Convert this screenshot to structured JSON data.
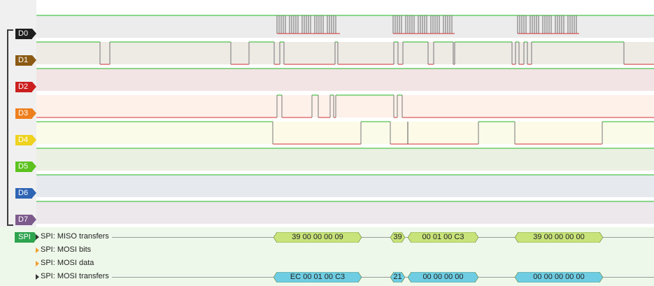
{
  "channels": [
    {
      "id": "d0",
      "label": "D0",
      "tag_color": "#1e1e1e",
      "band_color": "#ececec"
    },
    {
      "id": "d1",
      "label": "D1",
      "tag_color": "#8b5a14",
      "band_color": "#eeeae4"
    },
    {
      "id": "d2",
      "label": "D2",
      "tag_color": "#cc1f1f",
      "band_color": "#f2e4e4"
    },
    {
      "id": "d3",
      "label": "D3",
      "tag_color": "#ee7f1e",
      "band_color": "#fdf1ea"
    },
    {
      "id": "d4",
      "label": "D4",
      "tag_color": "#eed21e",
      "band_color": "#fbfbea"
    },
    {
      "id": "d5",
      "label": "D5",
      "tag_color": "#5cc21e",
      "band_color": "#eaf0e2"
    },
    {
      "id": "d6",
      "label": "D6",
      "tag_color": "#2e64b4",
      "band_color": "#e6eaee"
    },
    {
      "id": "d7",
      "label": "D7",
      "tag_color": "#7c5a8c",
      "band_color": "#ece8ec"
    }
  ],
  "decoder": {
    "tag": "SPI",
    "tag_color": "#2ea44f",
    "rows": [
      {
        "label": "SPI: MISO transfers"
      },
      {
        "label": "SPI: MOSI bits"
      },
      {
        "label": "SPI: MOSI data"
      },
      {
        "label": "SPI: MOSI transfers"
      }
    ],
    "miso_pills": [
      "39 00 00 00 09",
      "39",
      "00 01 00 C3",
      "39 00 00 00 00"
    ],
    "mosi_pills": [
      "EC 00 01 00 C3",
      "21",
      "00 00 00 00",
      "00 00 00 00 00"
    ],
    "miso_color": "#c8e37a",
    "mosi_color": "#6fcde3"
  },
  "colors": {
    "high": "#22b822",
    "low": "#d23232"
  }
}
